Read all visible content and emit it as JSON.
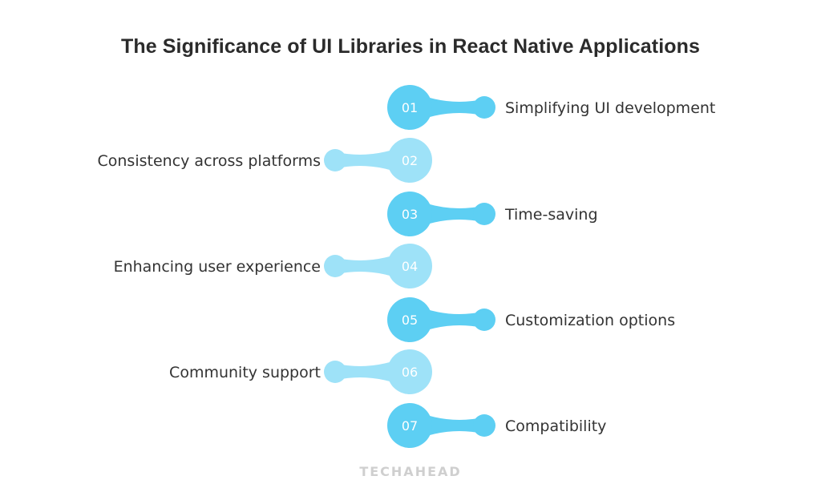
{
  "title": "The Significance of UI Libraries in React Native Applications",
  "brand": "TECHAHEAD",
  "colors": {
    "primary": "#5dcff3",
    "light": "#9ee2f8",
    "text": "#333333"
  },
  "steps": [
    {
      "number": "01",
      "label": "Simplifying UI development",
      "side": "right"
    },
    {
      "number": "02",
      "label": "Consistency across platforms",
      "side": "left"
    },
    {
      "number": "03",
      "label": "Time-saving",
      "side": "right"
    },
    {
      "number": "04",
      "label": "Enhancing user experience",
      "side": "left"
    },
    {
      "number": "05",
      "label": "Customization options",
      "side": "right"
    },
    {
      "number": "06",
      "label": "Community support",
      "side": "left"
    },
    {
      "number": "07",
      "label": "Compatibility",
      "side": "right"
    }
  ]
}
